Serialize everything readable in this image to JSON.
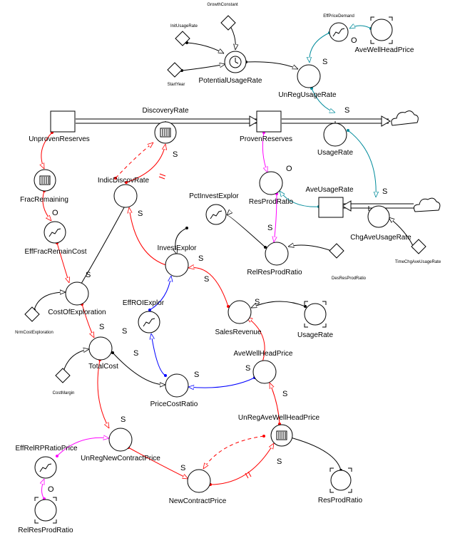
{
  "labels": {
    "growth_constant": "GrowthConstant",
    "init_usage_rate": "InitUsageRate",
    "start_year": "StartYear",
    "potential_usage_rate": "PotentialUsageRate",
    "eff_price_demand": "EffPriceDemand",
    "ave_well_head_price_top": "AveWellHeadPrice",
    "un_reg_usage_rate": "UnRegUsageRate",
    "discovery_rate": "DiscoveryRate",
    "unproven_reserves": "UnprovenReserves",
    "proven_reserves": "ProvenReserves",
    "usage_rate": "UsageRate",
    "frac_remaining": "FracRemaining",
    "indic_discov_rate": "IndicDiscovRate",
    "ave_usage_rate": "AveUsageRate",
    "res_prod_ratio": "ResProdRatio",
    "pct_invest_explor": "PctInvestExplor",
    "chg_ave_usage_rate": "ChgAveUsageRate",
    "time_chg_ave_usage_rate": "TimeChgAveUsageRate",
    "eff_frac_remain_cost": "EffFracRemainCost",
    "invest_explor": "InvestExplor",
    "rel_res_prod_ratio": "RelResProdRatio",
    "des_res_prod_ratio": "DesResProdRatio",
    "cost_of_exploration": "CostOfExploration",
    "nrm_cost_exploration": "NrmCostExploration",
    "eff_roi_explor": "EffROIExplor",
    "sales_revenue": "SalesRevenue",
    "usage_rate_ghost": "UsageRate",
    "total_cost": "TotalCost",
    "ave_well_head_price_mid": "AveWellHeadPrice",
    "cost_margin": "CostMargin",
    "price_cost_ratio": "PriceCostRatio",
    "un_reg_ave_well_head_price": "UnRegAveWellHeadPrice",
    "eff_rel_rp_ratio_price": "EffRelRPRatioPrice",
    "un_reg_new_contract_price": "UnRegNewContractPrice",
    "new_contract_price": "NewContractPrice",
    "res_prod_ratio_ghost": "ResProdRatio",
    "rel_res_prod_ratio_ghost": "RelResProdRatio"
  },
  "polarity": {
    "same": "S",
    "opposite": "O"
  },
  "colors": {
    "background": "#ffffff",
    "black": "#000000",
    "red": "#ff0000",
    "magenta": "#ff00ff",
    "teal": "#008b9b",
    "blue": "#0000ff"
  },
  "icons": {
    "cloud": "cloud-icon",
    "clock": "clock-icon",
    "table": "lookup-table-icon",
    "graph": "graph-function-icon",
    "diamond": "constant-diamond-icon"
  }
}
